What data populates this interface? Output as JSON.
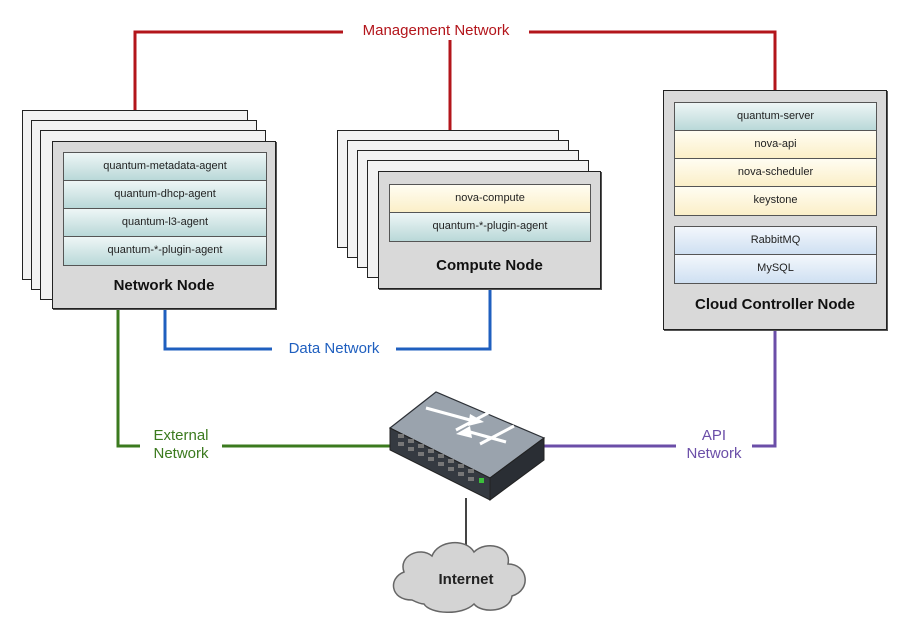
{
  "networks": {
    "management": {
      "label": "Management Network",
      "color": "#b3151b"
    },
    "data": {
      "label": "Data Network",
      "color": "#1f5fbf"
    },
    "external": {
      "line1": "External",
      "line2": "Network",
      "color": "#3b7a1e"
    },
    "api": {
      "line1": "API",
      "line2": "Network",
      "color": "#6b4ea8"
    }
  },
  "network_node": {
    "title": "Network Node",
    "components": [
      "quantum-metadata-agent",
      "quantum-dhcp-agent",
      "quantum-l3-agent",
      "quantum-*-plugin-agent"
    ]
  },
  "compute_node": {
    "title": "Compute Node",
    "components": [
      "nova-compute",
      "quantum-*-plugin-agent"
    ]
  },
  "controller_node": {
    "title": "Cloud Controller Node",
    "services": [
      "quantum-server",
      "nova-api",
      "nova-scheduler",
      "keystone"
    ],
    "infra": [
      "RabbitMQ",
      "MySQL"
    ]
  },
  "internet": {
    "label": "Internet"
  },
  "switch": {
    "icon": "network-switch-icon"
  }
}
